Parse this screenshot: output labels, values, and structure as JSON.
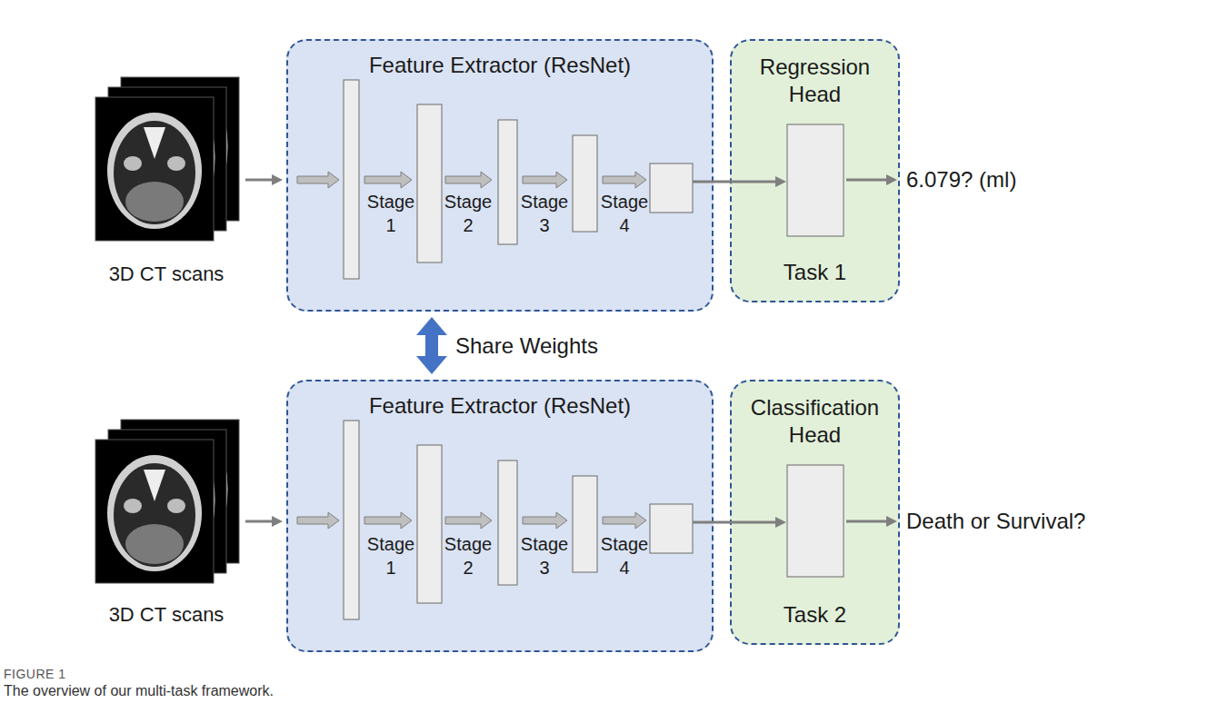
{
  "diagram": {
    "caption": "The overview of our multi-task framework.",
    "nodes": [
      {
        "text": [
          "Feature Extractor (ResNet)"
        ]
      },
      {
        "text": [
          "Regression Head",
          "Task 1"
        ]
      },
      {
        "text": [
          "Feature Extractor (ResNet)"
        ]
      },
      {
        "text": [
          "Classification Head",
          "Task 2"
        ]
      }
    ],
    "edges": [
      {
        "from": 0,
        "to": 1,
        "arrow": "to"
      },
      {
        "from": 2,
        "to": 3,
        "arrow": "to"
      },
      {
        "from": 0,
        "to": 2,
        "arrow": "both",
        "label": "Share Weights"
      }
    ],
    "labels": [
      "3D CT scans",
      "Stage 1",
      "Stage 2",
      "Stage 3",
      "Stage 4",
      "6.079? (ml)",
      "3D CT scans",
      "Stage 1",
      "Stage 2",
      "Stage 3",
      "Stage 4",
      "Death or Survival?",
      "FIGURE 1"
    ]
  }
}
